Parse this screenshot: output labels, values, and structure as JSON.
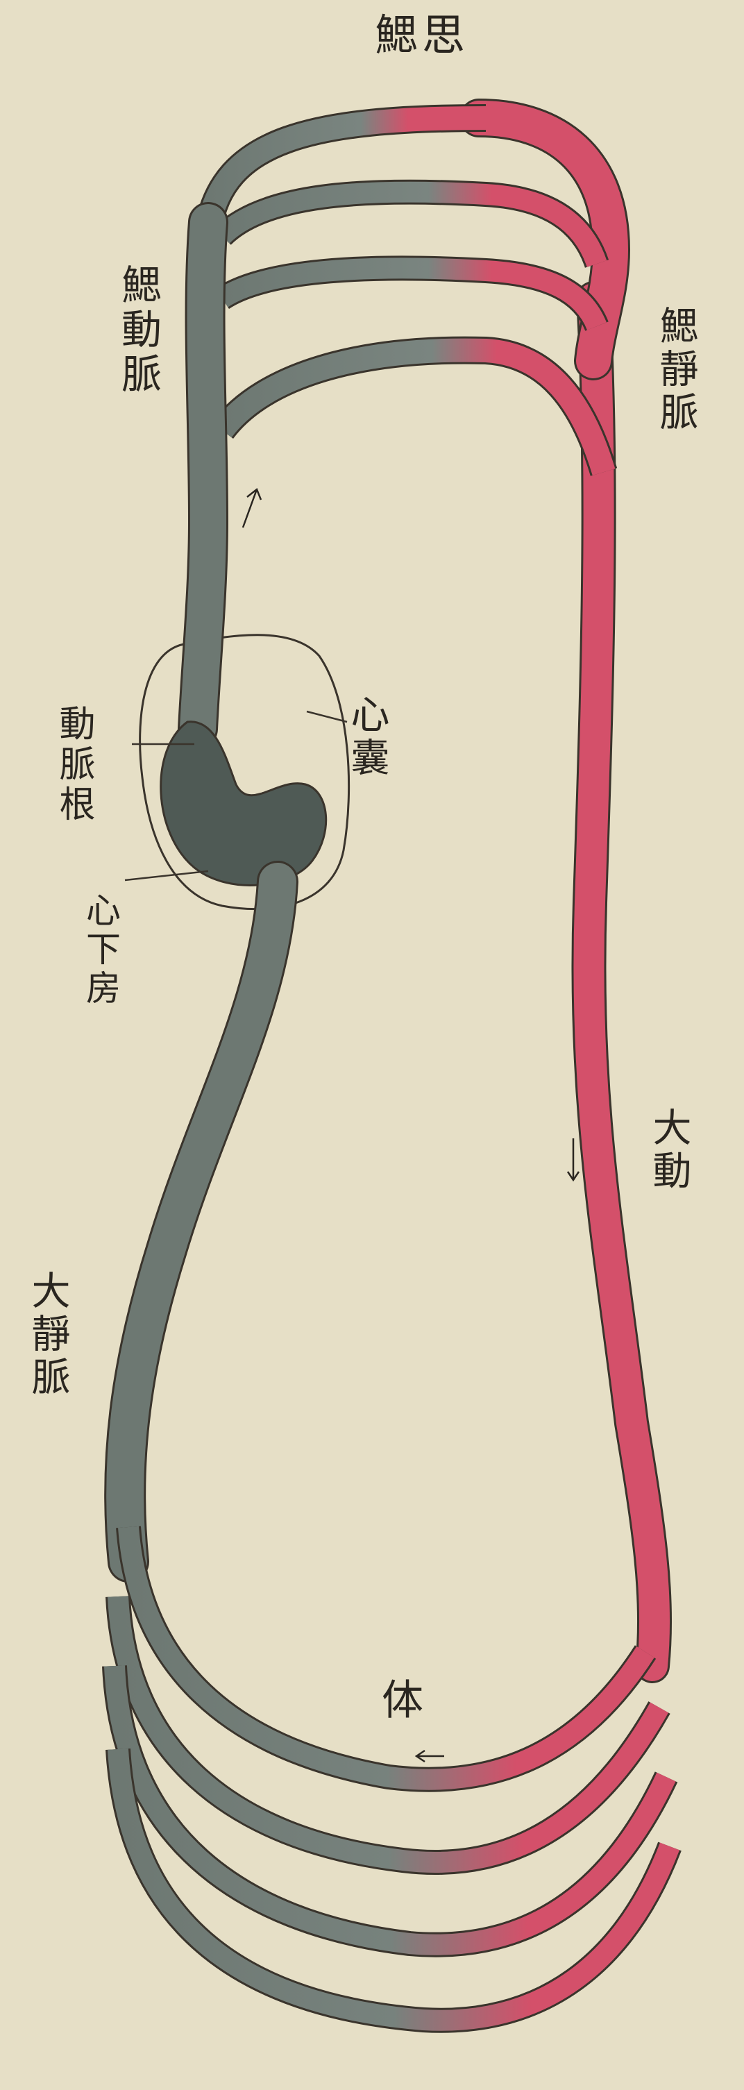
{
  "diagram": {
    "colors": {
      "paper": "#e6dfc6",
      "venous_grey": "#6d7872",
      "venous_dark": "#4f5a55",
      "arterial_red": "#d4506a",
      "outline": "#3a342c",
      "ink": "#2a2620"
    },
    "labels": {
      "gill": "鰓思",
      "gill_artery": "鰓動脈",
      "gill_vein": "鰓靜脈",
      "aortic_root": "動脈根",
      "pericardium": "心囊",
      "ventricle_atrium": "心下房",
      "dorsal_aorta": "大動",
      "great_vein": "大靜脈",
      "body": "体"
    },
    "arrows": [
      "up-arrow",
      "down-arrow",
      "left-arrow"
    ]
  }
}
